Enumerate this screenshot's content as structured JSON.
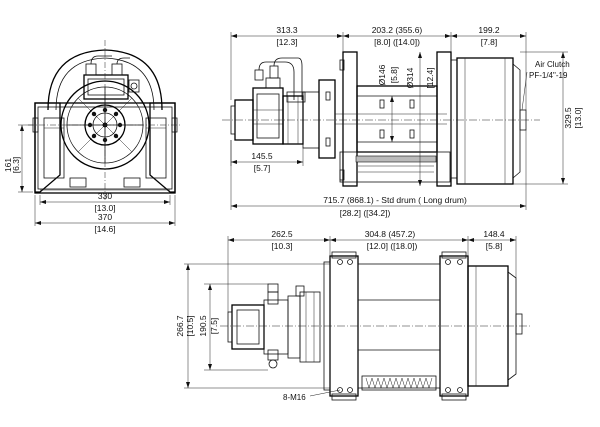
{
  "front_view": {
    "width_330": "330",
    "width_330_in": "[13.0]",
    "width_370": "370",
    "width_370_in": "[14.6]",
    "height_161": "161",
    "height_161_in": "[6.3]"
  },
  "side_view": {
    "d_313": "313.3",
    "d_313_in": "[12.3]",
    "d_203": "203.2  (355.6)",
    "d_203_in": "[8.0]  ([14.0])",
    "d_199": "199.2",
    "d_199_in": "[7.8]",
    "d_146": "Ø146",
    "d_146_in": "[5.8]",
    "d_314": "Ø314",
    "d_314_in": "[12.4]",
    "d_145": "145.5",
    "d_145_in": "[5.7]",
    "d_329": "329.5",
    "d_329_in": "[13.0]",
    "d_715": "715.7  (868.1)  - Std drum  ( Long drum)",
    "d_715_in": "[28.2]  ([34.2])",
    "air_clutch_1": "Air Clutch",
    "air_clutch_2": "PF-1/4\"-19"
  },
  "top_view": {
    "d_262": "262.5",
    "d_262_in": "[10.3]",
    "d_304": "304.8  (457.2)",
    "d_304_in": "[12.0]  ([18.0])",
    "d_148": "148.4",
    "d_148_in": "[5.8]",
    "d_266": "266.7",
    "d_266_in": "[10.5]",
    "d_190": "190.5",
    "d_190_in": "[7.5]",
    "bolt_label": "8-M16"
  }
}
